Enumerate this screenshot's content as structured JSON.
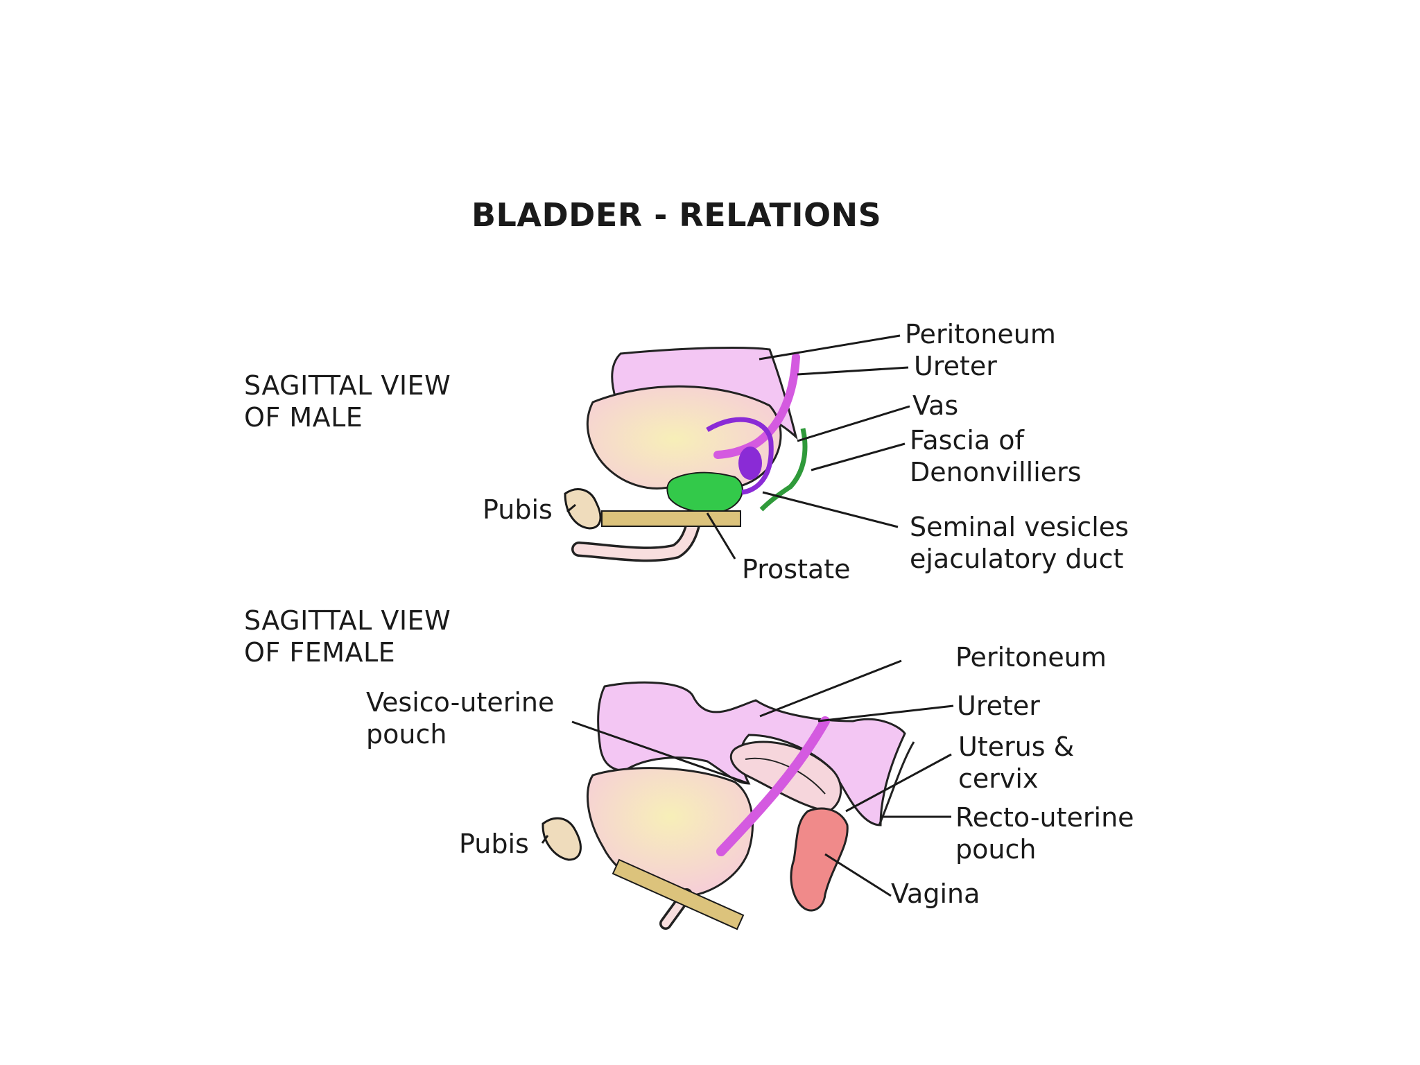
{
  "title": "BLADDER - RELATIONS",
  "male": {
    "view_line1": "SAGITTAL VIEW",
    "view_line2": "OF MALE",
    "labels": {
      "peritoneum": "Peritoneum",
      "ureter": "Ureter",
      "vas": "Vas",
      "fascia_line1": "Fascia of",
      "fascia_line2": "Denonvilliers",
      "seminal_line1": "Seminal vesicles",
      "seminal_line2": "ejaculatory duct",
      "prostate": "Prostate",
      "pubis": "Pubis"
    }
  },
  "female": {
    "view_line1": "SAGITTAL VIEW",
    "view_line2": "OF FEMALE",
    "labels": {
      "peritoneum": "Peritoneum",
      "ureter": "Ureter",
      "uterus_line1": "Uterus &",
      "uterus_line2": "cervix",
      "recto_line1": "Recto-uterine",
      "recto_line2": "pouch",
      "vagina": "Vagina",
      "vesico_line1": "Vesico-uterine",
      "vesico_line2": "pouch",
      "pubis": "Pubis"
    }
  },
  "colors": {
    "peritoneum": "#f3c6f3",
    "bladder": "#f6cfd6",
    "bladder_center": "#f7efb8",
    "prostate": "#33c94a",
    "fascia": "#2f9a3a",
    "vas": "#8a2bd6",
    "ureter": "#d45ae0",
    "urethra": "#f8dede",
    "pubis": "#efdcbc",
    "pubic_bar": "#dcc37c",
    "vagina": "#f08a8a"
  }
}
